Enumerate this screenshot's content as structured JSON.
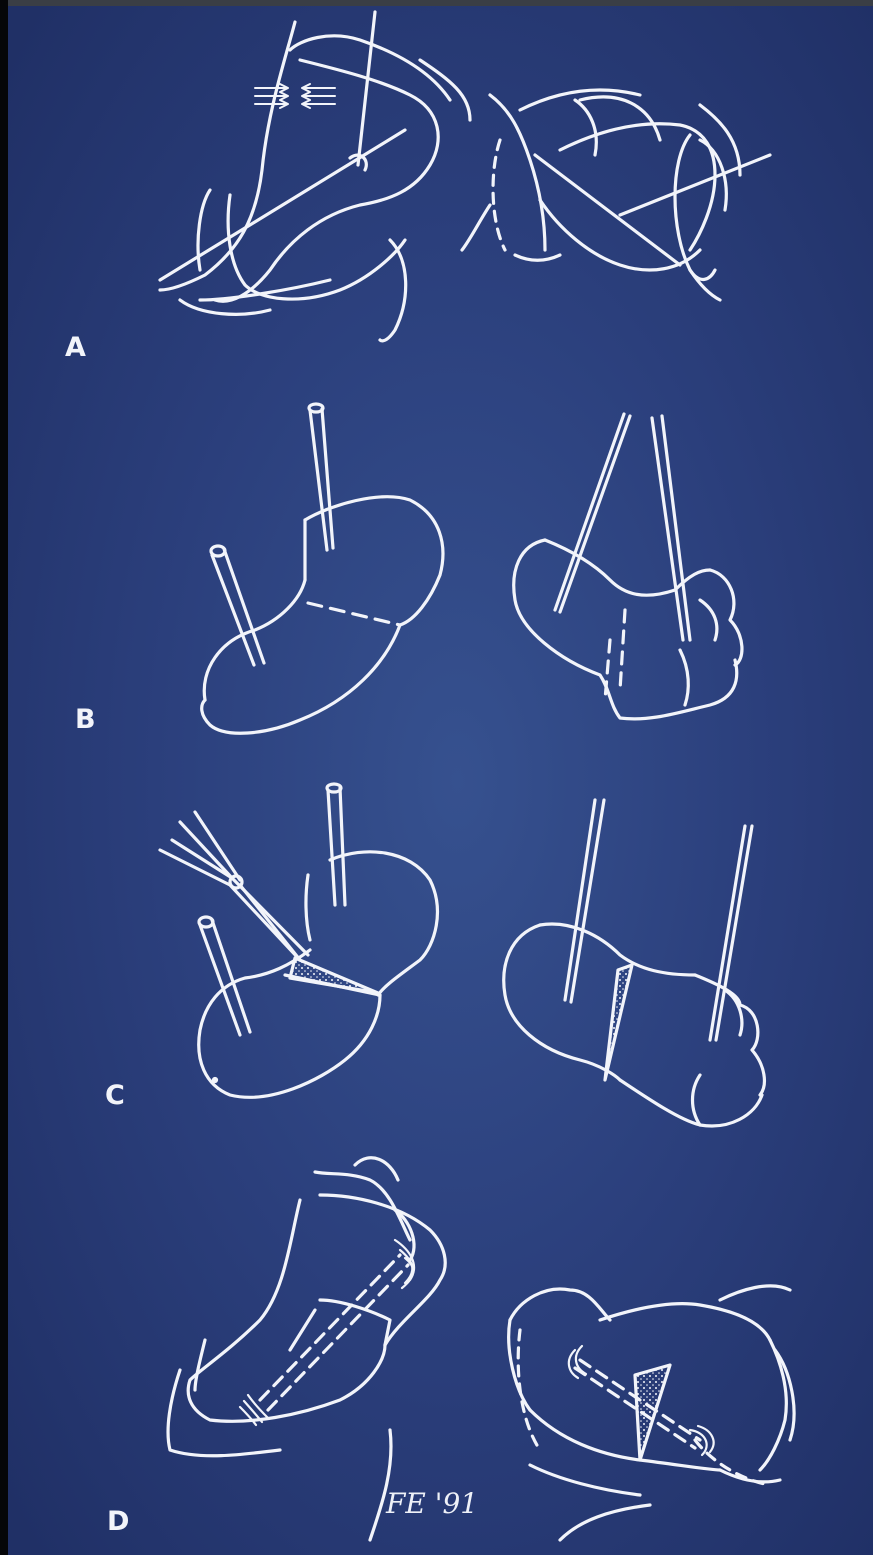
{
  "panels": [
    {
      "id": "A",
      "label": "A"
    },
    {
      "id": "B",
      "label": "B"
    },
    {
      "id": "C",
      "label": "C"
    },
    {
      "id": "D",
      "label": "D"
    }
  ],
  "signature": "FE '91",
  "colors": {
    "background": "#2b3f7c",
    "line": "#f2f4fa"
  }
}
